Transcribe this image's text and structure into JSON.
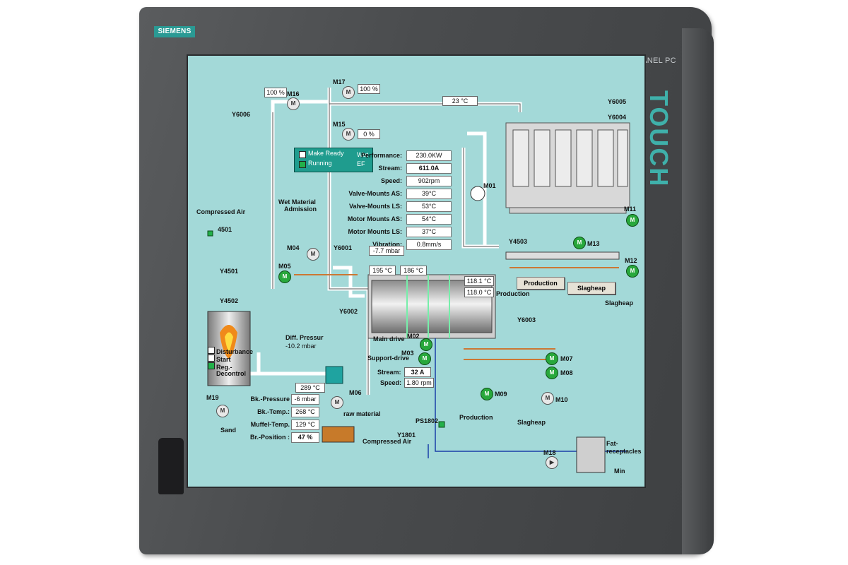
{
  "device": {
    "brand": "SIEMENS",
    "model": "SIMATIC PANEL PC",
    "touch": "TOUCH"
  },
  "top": {
    "pct_m16": "100 %",
    "pct_m17": "100 %",
    "pct_m15": "0 %",
    "temp_top": "23 °C"
  },
  "status_panel": {
    "make_ready": "Make Ready",
    "running": "Running",
    "wet": "Wet",
    "ef": "EF"
  },
  "perf_table": [
    {
      "k": "Performance:",
      "v": "230.0KW"
    },
    {
      "k": "Stream:",
      "v": "611.0A"
    },
    {
      "k": "Speed:",
      "v": "902rpm"
    },
    {
      "k": "Valve-Mounts AS:",
      "v": "39°C"
    },
    {
      "k": "Valve-Mounts LS:",
      "v": "53°C"
    },
    {
      "k": "Motor Mounts AS:",
      "v": "54°C"
    },
    {
      "k": "Motor Mounts LS:",
      "v": "37°C"
    },
    {
      "k": "Vibration:",
      "v": "0.8mm/s"
    }
  ],
  "labels": {
    "compressed_air": "Compressed Air",
    "wet_material": "Wet Material",
    "admission": "Admission",
    "diff_pressur": "Diff. Pressur",
    "diff_value": "-10.2 mbar",
    "mbar_77": "-7.7 mbar",
    "temp195": "195 °C",
    "temp186": "186 °C",
    "temp1181": "118.1 °C",
    "temp1180": "118.0 °C",
    "main_drive": "Main drive",
    "support_drive": "Support-drive",
    "stream": "Stream:",
    "stream_v": "32 A",
    "speed": "Speed:",
    "speed_v": "1.80 rpm",
    "temp289": "289 °C",
    "raw_material": "raw material",
    "production_top": "Production",
    "slagheap_top": "Slagheap",
    "production_bot": "Production",
    "slagheap_bot": "Slagheap",
    "sand": "Sand",
    "compressed_air_bot": "Compressed Air",
    "fat_1": "Fat-",
    "fat_2": "receptacles",
    "min": "Min",
    "disturbance": "Disturbance",
    "start": "Start",
    "reg": "Reg.-",
    "decontrol": "Decontrol"
  },
  "buttons": {
    "production": "Production",
    "slagheap": "Slagheap"
  },
  "bk_table": [
    {
      "k": "Bk.-Pressure",
      "v": "-6 mbar"
    },
    {
      "k": "Bk.-Temp.:",
      "v": "268 °C"
    },
    {
      "k": "Muffel-Temp.",
      "v": "129 °C"
    },
    {
      "k": "Br.-Position :",
      "v": "47 %"
    }
  ],
  "tags": {
    "m16": "M16",
    "m17": "M17",
    "m15": "M15",
    "y6006": "Y6006",
    "y6005": "Y6005",
    "y6004": "Y6004",
    "m01": "M01",
    "m11": "M11",
    "m13": "M13",
    "y4503": "Y4503",
    "m12": "M12",
    "m04": "M04",
    "m05": "M05",
    "y6001": "Y6001",
    "y6002": "Y6002",
    "y6003": "Y6003",
    "4501": "4501",
    "y4501": "Y4501",
    "y4502": "Y4502",
    "m02": "M02",
    "m03": "M03",
    "m07": "M07",
    "m08": "M08",
    "m09": "M09",
    "m10": "M10",
    "m06": "M06",
    "m19": "M19",
    "ps1802": "PS1802",
    "y1801": "Y1801",
    "m18": "M18",
    "m": "M"
  }
}
